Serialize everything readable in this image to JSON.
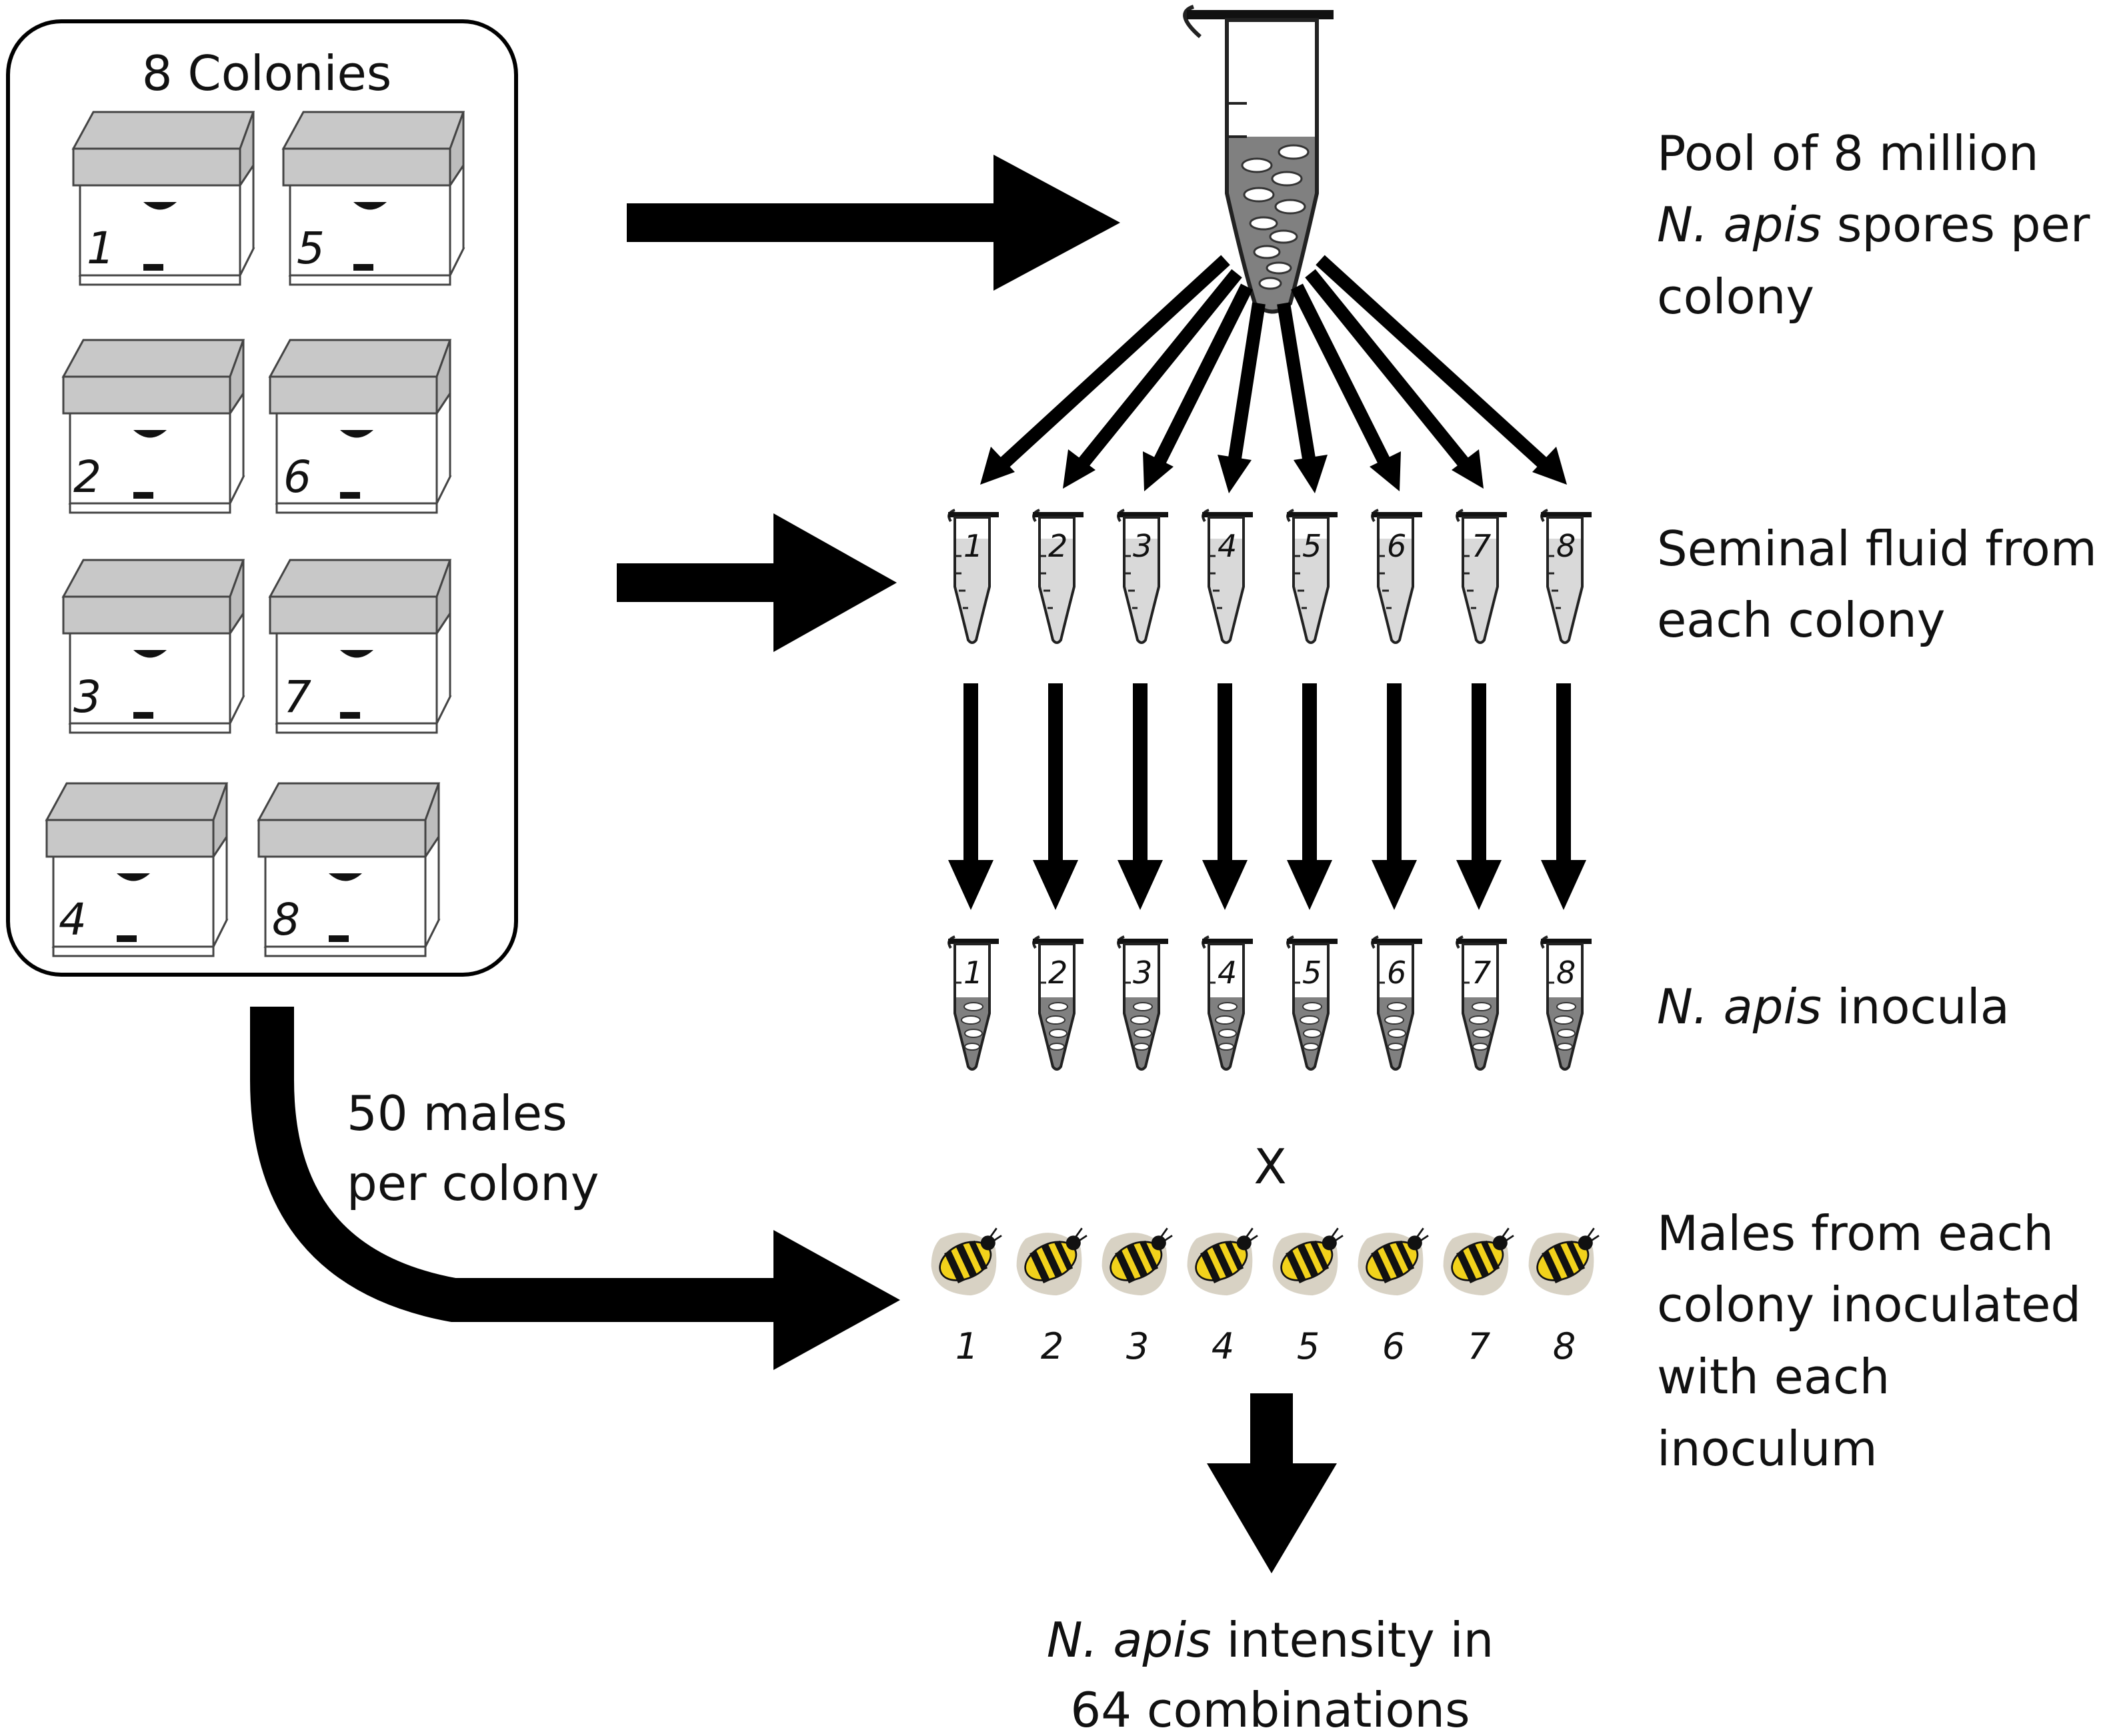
{
  "colonies_box": {
    "title": "8 Colonies"
  },
  "hive_numbers_left": [
    "1",
    "2",
    "3",
    "4"
  ],
  "hive_numbers_right": [
    "5",
    "6",
    "7",
    "8"
  ],
  "tube_numbers": [
    "1",
    "2",
    "3",
    "4",
    "5",
    "6",
    "7",
    "8"
  ],
  "bee_numbers": [
    "1",
    "2",
    "3",
    "4",
    "5",
    "6",
    "7",
    "8"
  ],
  "labels": {
    "pool_line1": "Pool of 8 million",
    "pool_line2_italic": "N. apis",
    "pool_line2_rest": " spores per",
    "pool_line3": "colony",
    "seminal_line1": "Seminal fluid from",
    "seminal_line2": "each colony",
    "inocula_italic": "N. apis",
    "inocula_rest": " inocula",
    "cross": "X",
    "males_line1": "Males from each",
    "males_line2": "colony inoculated",
    "males_line3": "with each",
    "males_line4": "inoculum",
    "fifty_line1": "50 males",
    "fifty_line2": "per colony",
    "result_line1_italic": "N. apis",
    "result_line1_rest": " intensity in",
    "result_line2": "64 combinations"
  },
  "colors": {
    "arrow": "#000000",
    "hive_lid": "#c8c8c8",
    "fluid_light": "#d9d9d9",
    "fluid_dark": "#808080",
    "bee_yellow": "#f2d21b",
    "bee_wing": "#d8d2c4"
  }
}
